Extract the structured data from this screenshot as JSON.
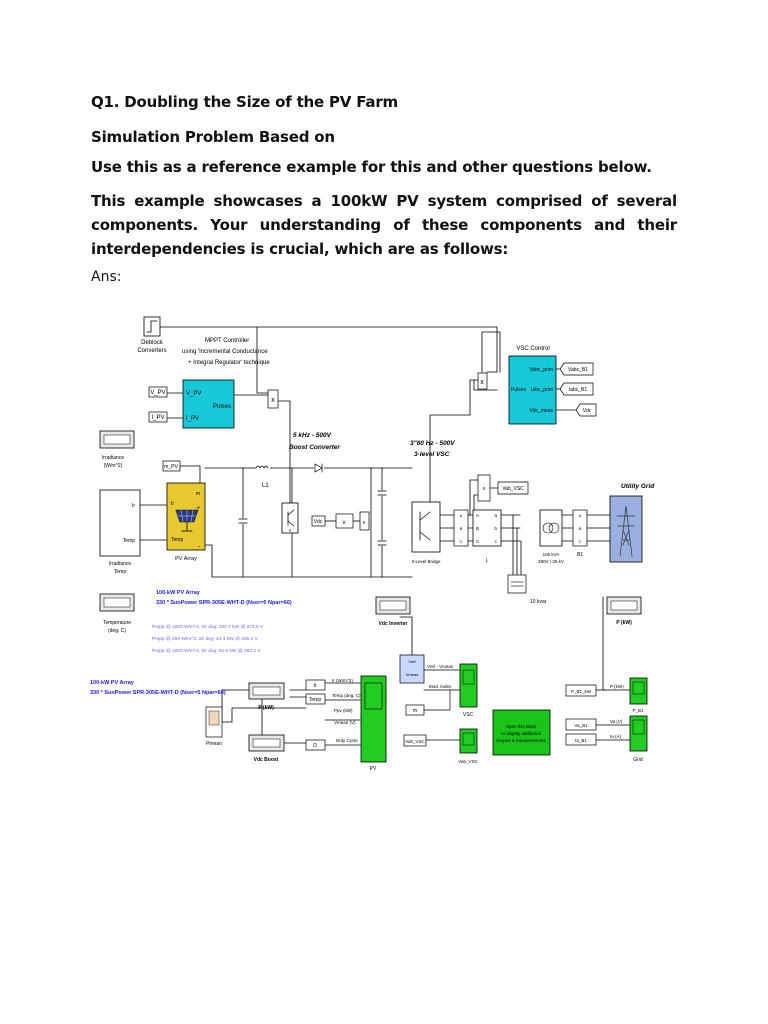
{
  "document": {
    "question_title": "Q1.  Doubling the Size of the PV Farm",
    "subtitle": "Simulation Problem Based on",
    "instruction": "Use this as a reference example for this and other questions below.",
    "paragraph": "This example showcases a 100kW PV system comprised of several components. Your understanding of these components and their interdependencies is crucial, which are as follows:",
    "answer_label": "Ans:"
  },
  "diagram": {
    "labels": {
      "deblock": "Deblock",
      "converters": "Converters",
      "mppt_line1": "MPPT Controller",
      "mppt_line2": "using 'Incremental Conductance",
      "mppt_line3": "+ Integral Regulator' technique",
      "v_pv_in": "V_PV",
      "i_pv_in": "I_PV",
      "mppt_v_port": "V_PV",
      "mppt_i_port": "I_PV",
      "mppt_out": "Pulses",
      "vsc_control_title": "VSC Control",
      "vabc_port": "Vabc_prim",
      "iabc_port": "Iabc_prim",
      "vdc_meas_port": "Vdc_meas",
      "vsc_pulses_port": "Pulses",
      "vabc_b1": "Vabc_B1",
      "iabc_b1": "Iabc_B1",
      "vdc_tag": "Vdc",
      "boost_title1": "5 kHz - 500V",
      "boost_title2": "Boost Converter",
      "vsc_title1": "3\"60 Hz - 500V",
      "vsc_title2": "3-level VSC",
      "utility_grid": "Utility Grid",
      "irradiance_disp1": "Irradiance",
      "irradiance_disp2": "(W/m^2)",
      "m_pv": "m_PV",
      "pv_port_ir": "Ir",
      "pv_port_temp": "Temp",
      "pv_port_m": "m",
      "pv_port_plus": "+",
      "pv_port_minus": "-",
      "pv_array": "PV Array",
      "irr_temp1": "Irradiance",
      "irr_temp2": "Temp",
      "l1": "L1",
      "vdc_block": "Vdc",
      "three_level_bridge": "3-Level Bridge",
      "l_label": "L",
      "transformer1": "100 kVA",
      "transformer2": "260V / 25 kV",
      "b1": "B1",
      "vab_vsc": "Vab_VSC",
      "lc_kvar": "10 kvar",
      "temp_disp1": "Temperature",
      "temp_disp2": "(deg. C)",
      "array_title": "100-kW PV Array",
      "array_spec": "330 * SunPower SPR-305E-WHT-D  (Nser=5 Npar=66)",
      "pmpp1": "Pmpp @ 1000 W/m^2, 25 deg: 100.7 kW @ 273.5 V",
      "pmpp2": "Pmpp @  250 W/m^2, 25 deg: 24.4  kW @ 265.1 V",
      "pmpp3": "Pmpp @ 1000 W/m^2, 50 deg: 92.9  kW @ 250.2 V",
      "vdc_inverter": "Vdc Inverter",
      "p_kw_right": "P (kW)",
      "array_title2": "100-kW PV Array",
      "array_spec2": "330 * SunPower SPR-305E-WHT-D  (Nser=5 Npar=66)",
      "vref": "Vref",
      "vmeas": "Vmeas",
      "vref_vmeas": "Vref - Vmeas",
      "mod_index": "Mod. Index",
      "m_tag": "m",
      "vsc_scope": "VSC",
      "open_block1": "Open this block",
      "open_block2": "to display additional",
      "open_block3": "scopes & measurements",
      "p_b1_kw": "P_B1_kW",
      "p_kw_grid": "P (kW)",
      "p_b1": "P_B1",
      "va_b1": "Va_B1",
      "ia_b1": "Ia_B1",
      "va_v": "Va (V)",
      "ia_a": "Ia (A)",
      "grid_scope": "Grid",
      "p_kw_left": "P (kW)",
      "pv_scope_ir": "Ir (W/m^2)",
      "pv_scope_temp": "Temp (deg. C)",
      "pv_scope_ppv": "Ppv (kW)",
      "pv_scope_vmean": "Vmean (V)",
      "pv_scope_duty": "Duty Cycle",
      "pv_scope": "PV",
      "ir_tag": "Ir",
      "temp_tag": "Temp",
      "d_tag": "D",
      "pmean": "Pmean",
      "vab_vsc2": "Vab_VSC",
      "vab_vsc_scope": "Vab_VSC",
      "vdc_boost": "Vdc Boost"
    },
    "colors": {
      "mppt_block": "#16c8d8",
      "vsc_block": "#16c8d8",
      "pv_array_block": "#e8c830",
      "scope_green": "#22cc22",
      "info_green": "#18c418",
      "vref_block": "#c8d8ff",
      "annotation_blue": "#1a1aee",
      "pmpp_text": "#6a6af0",
      "grid_image": "#9ab0e0"
    }
  }
}
